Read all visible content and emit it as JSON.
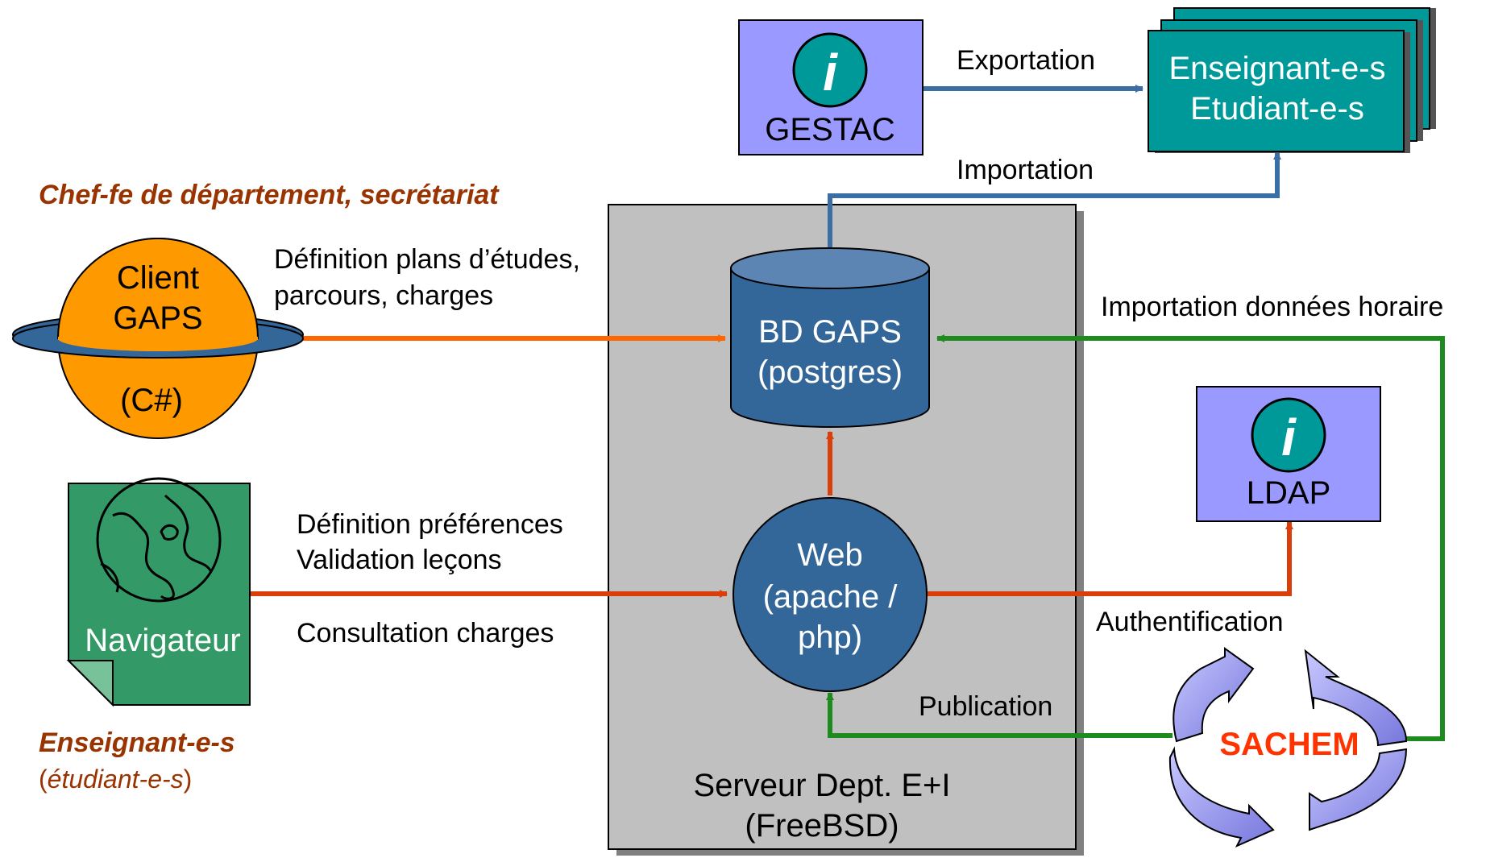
{
  "labels": {
    "chef_role": "Chef-fe de département, secrétariat",
    "enseignants_role": "Enseignant-e-s",
    "etudiants_role_open": "(",
    "etudiants_role": "étudiant-e-s",
    "etudiants_role_close": ")"
  },
  "client": {
    "line1": "Client",
    "line2": "GAPS",
    "lang": "(C#)"
  },
  "navigateur": {
    "label": "Navigateur"
  },
  "gestac": {
    "label": "GESTAC",
    "icon_glyph": "i"
  },
  "ldap": {
    "label": "LDAP",
    "icon_glyph": "i"
  },
  "people": {
    "line1": "Enseignant-e-s",
    "line2": "Etudiant-e-s"
  },
  "server": {
    "line1": "Serveur Dept. E+I",
    "line2": "(FreeBSD)"
  },
  "database": {
    "line1": "BD GAPS",
    "line2": "(postgres)"
  },
  "web": {
    "line1": "Web",
    "line2": "(apache /",
    "line3": "php)"
  },
  "sachem": {
    "label": "SACHEM"
  },
  "edges": {
    "exportation": "Exportation",
    "importation": "Importation",
    "definition_plans_1": "Définition plans d’études,",
    "definition_plans_2": "parcours, charges",
    "import_horaire": "Importation données horaire",
    "definition_pref": "Définition préférences",
    "validation": "Validation leçons",
    "consultation": "Consultation charges",
    "authentification": "Authentification",
    "publication": "Publication"
  },
  "colors": {
    "role_label": "#993300",
    "orange_arrow": "#ff6600",
    "red_arrow": "#d93f0b",
    "green_arrow": "#1e8b1e",
    "blue_arrow": "#3a6ea5",
    "server_fill": "#c0c0c0",
    "node_blue": "#336699",
    "teal": "#009999",
    "lavender": "#9999ff",
    "client_orange": "#ff9900",
    "nav_green": "#339966",
    "sachem_red": "#ff3300"
  }
}
